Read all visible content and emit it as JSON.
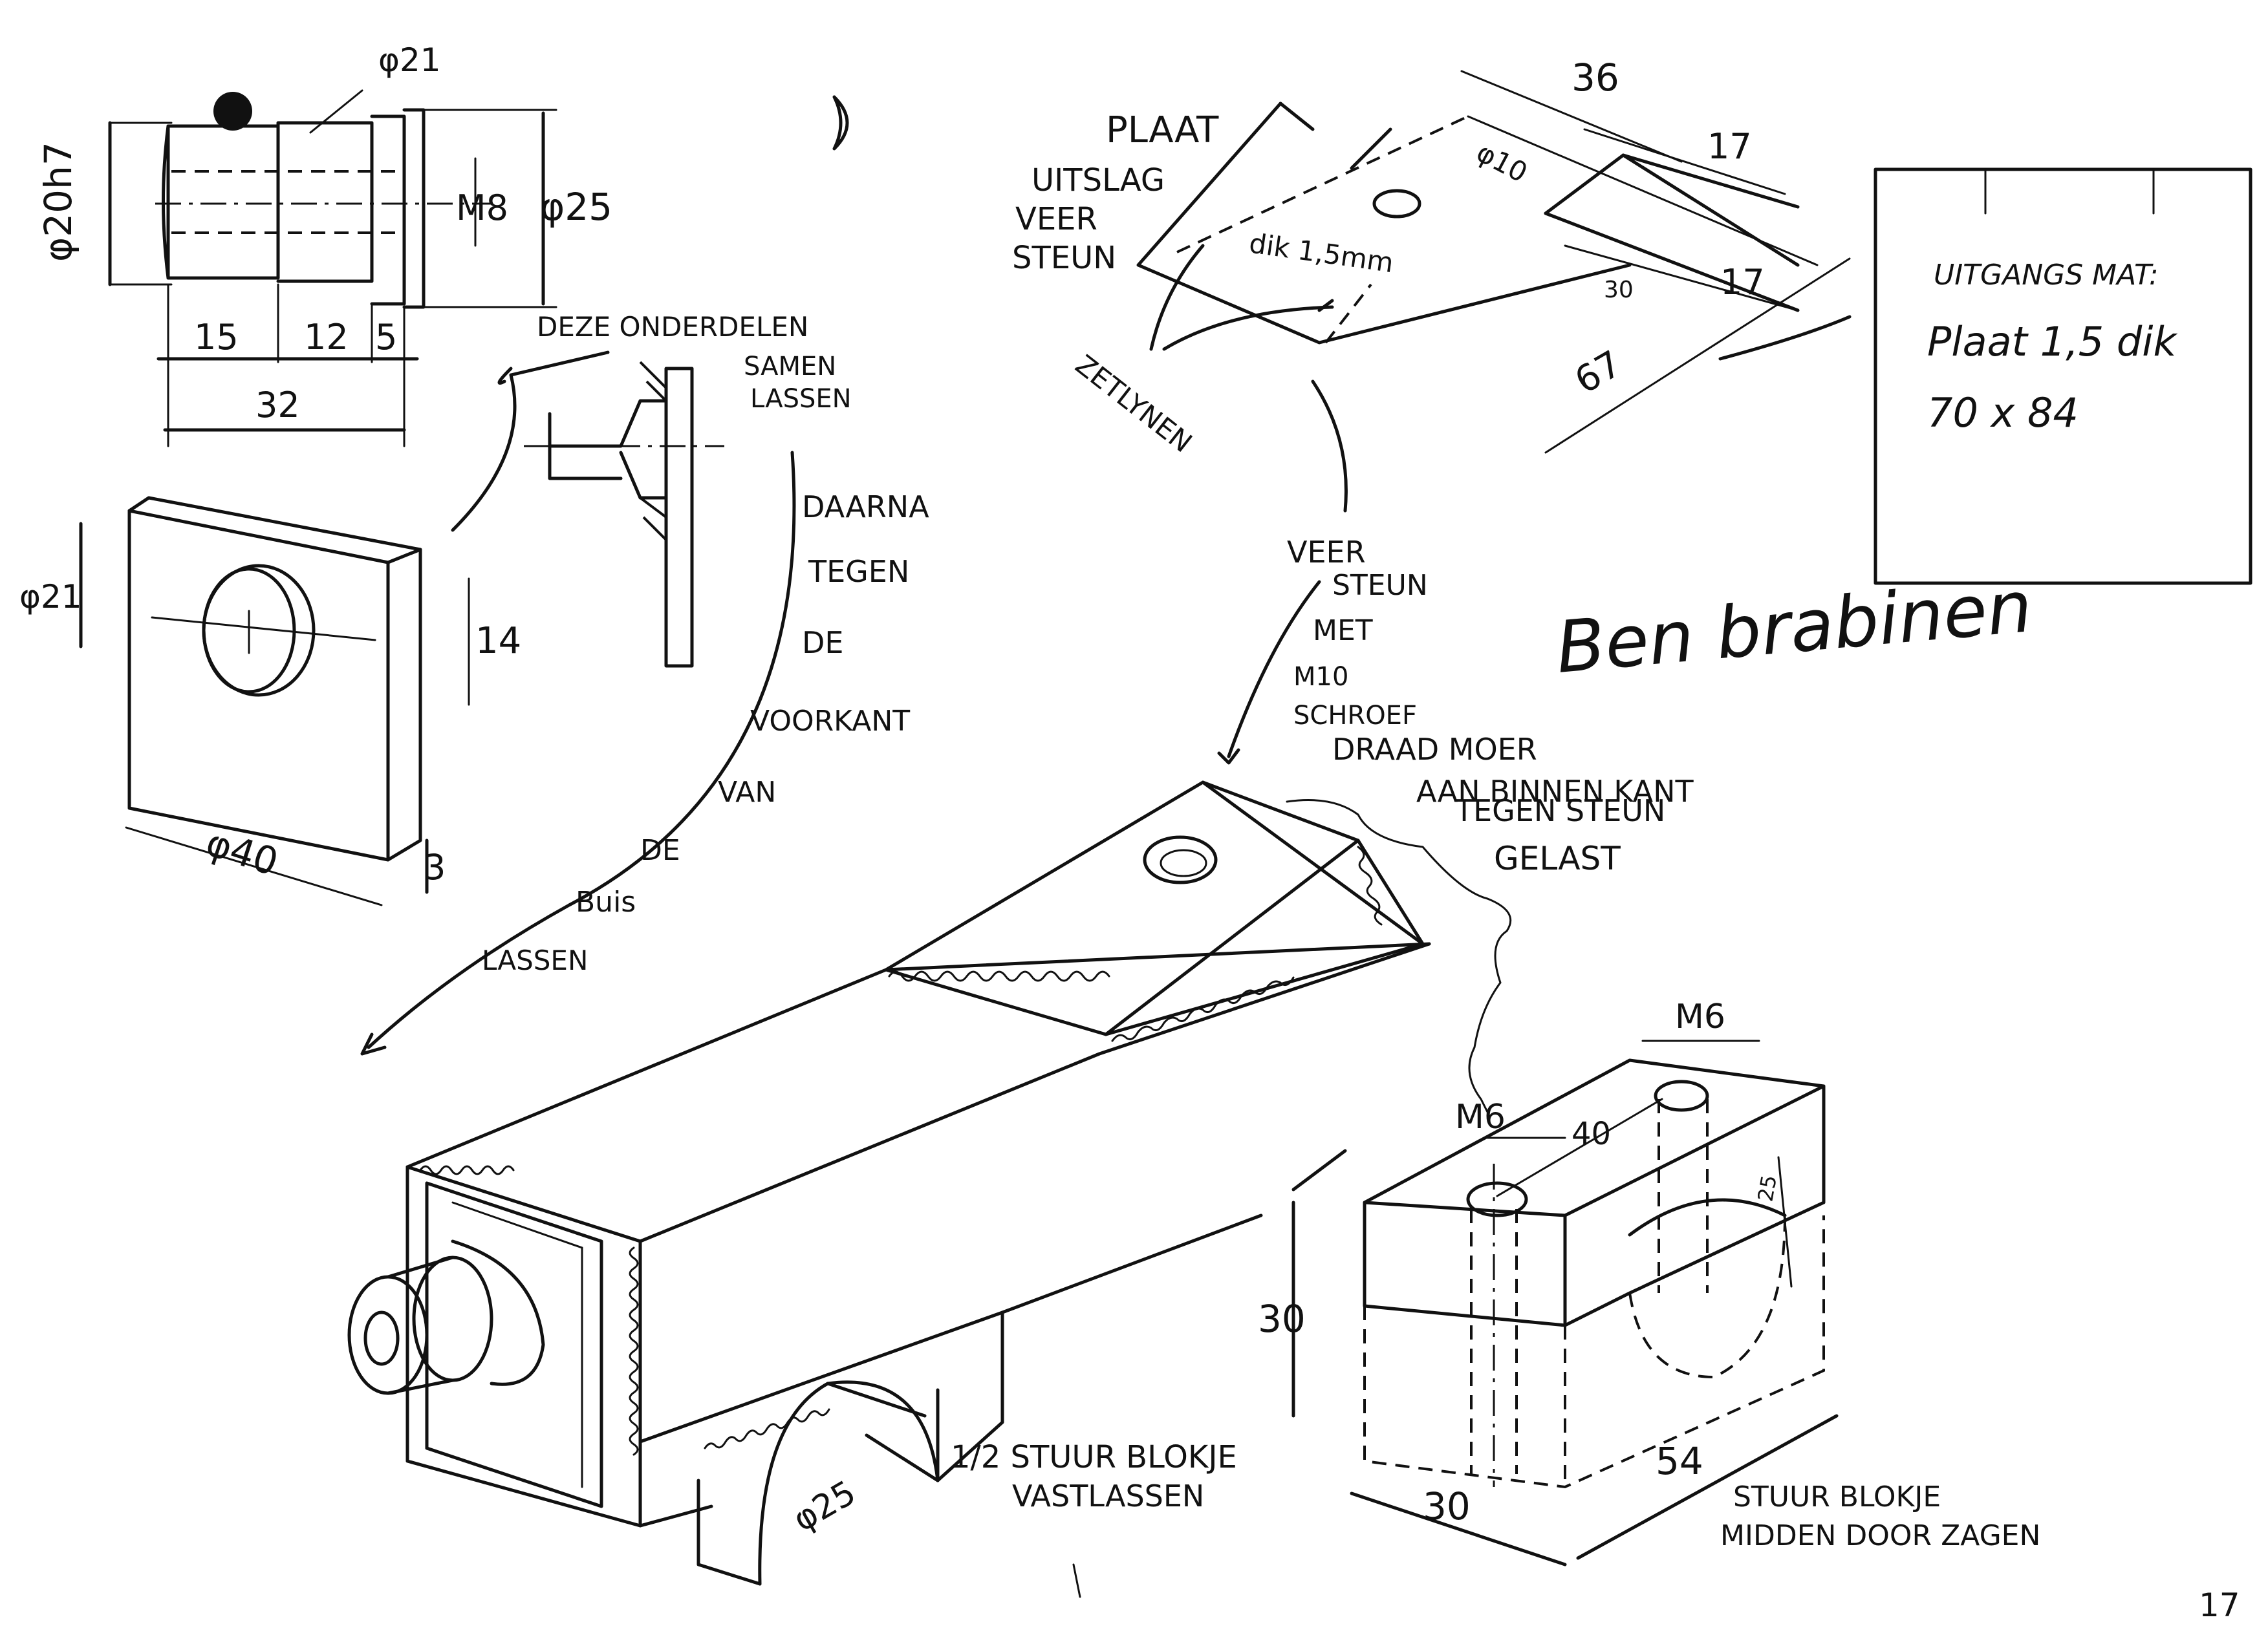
{
  "top_left_part": {
    "dia_top": "φ21",
    "dia_left": "φ20h7",
    "thread": "M8",
    "dia_right": "φ25",
    "dim_a": "15",
    "dim_b": "12",
    "dim_c": "5",
    "dim_total": "32"
  },
  "weld_note": {
    "line1": "DEZE ONDERDELEN",
    "line2": "SAMEN",
    "line3": "LASSEN"
  },
  "plate_part": {
    "dia": "φ21",
    "height": "14",
    "width": "φ40",
    "thickness": "3"
  },
  "then_note": [
    "DAARNA",
    "TEGEN",
    "DE",
    "VOORKANT",
    "VAN",
    "DE",
    "Buis",
    "LASSEN"
  ],
  "bracket": {
    "title": "PLAAT",
    "line2": "UITSLAG",
    "line3": "VEER",
    "line4": "STEUN",
    "dim_36": "36",
    "dim_17a": "17",
    "dim_17b": "17",
    "dia10": "φ10",
    "thickness": "dik 1,5mm",
    "dim_30": "30",
    "dim_67": "67",
    "fold_lines": "ZETLYNEN"
  },
  "material_box": {
    "line1": "UITGANGS MAT:",
    "line2": "Plaat 1,5 dik",
    "line3": "70 x 84"
  },
  "signature": "Ben brabinen",
  "spring_note": [
    "VEER",
    "STEUN",
    "MET",
    "M10",
    "SCHROEF",
    "DRAAD MOER",
    "AAN BINNEN KANT",
    "TEGEN STEUN",
    "GELAST"
  ],
  "assembly": {
    "half_block": "1/2 STUUR BLOKJE",
    "weld_on": "VASTLASSEN",
    "bore": "φ25"
  },
  "guide_block": {
    "thread_top": "M6",
    "thread_left": "M6",
    "spacing": "40",
    "radius": "25",
    "height": "30",
    "width": "30",
    "length": "54",
    "caption1": "STUUR BLOKJE",
    "caption2": "MIDDEN DOOR ZAGEN"
  },
  "page_number": "17"
}
